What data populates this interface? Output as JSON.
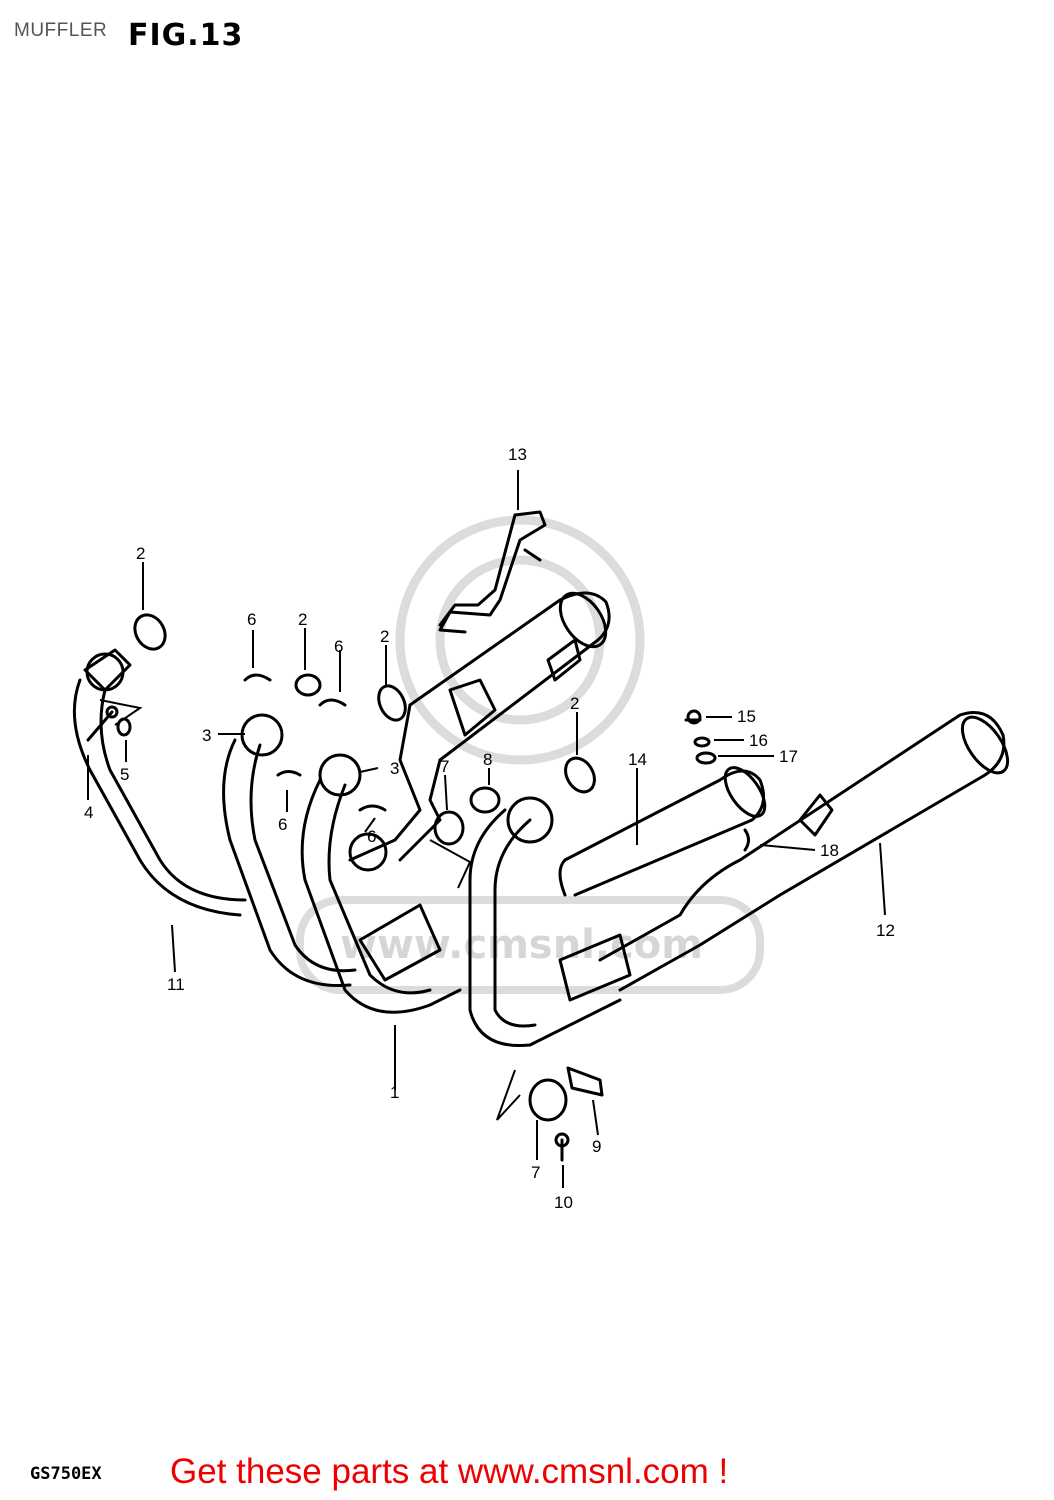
{
  "header": {
    "section": "MUFFLER",
    "figure": "FIG.13"
  },
  "footer": {
    "model": "GS750EX",
    "cta": "Get these parts at www.cmsnl.com !"
  },
  "watermark": {
    "text": "www.cmsnl.com"
  },
  "callouts": {
    "c2a": "2",
    "c2b": "2",
    "c2c": "2",
    "c2d": "2",
    "c6a": "6",
    "c6b": "6",
    "c6c": "6",
    "c6d": "6",
    "c3a": "3",
    "c3b": "3",
    "c4": "4",
    "c5": "5",
    "c7a": "7",
    "c7b": "7",
    "c8": "8",
    "c9": "9",
    "c10": "10",
    "c11": "11",
    "c1": "1",
    "c12": "12",
    "c13": "13",
    "c14": "14",
    "c15": "15",
    "c16": "16",
    "c17": "17",
    "c18": "18"
  },
  "colors": {
    "cta": "#ee0000",
    "line": "#000000",
    "watermark": "#dcdcdc"
  }
}
